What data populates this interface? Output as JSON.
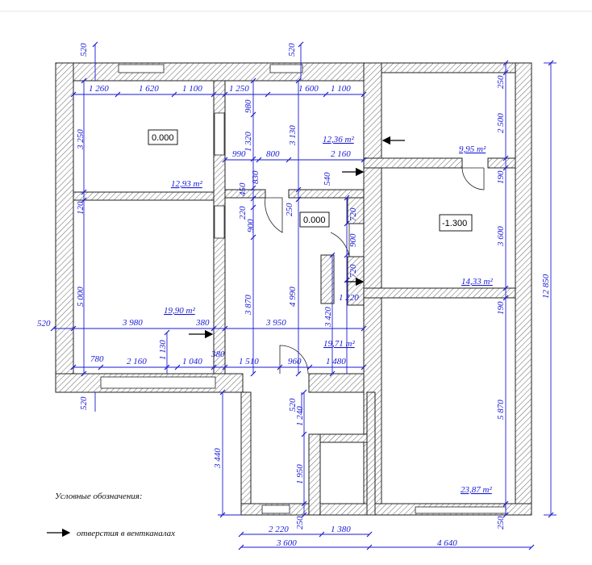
{
  "legend": {
    "title": "Условные обозначения:",
    "vent_label": "отверстия в вентканалах"
  },
  "levels": {
    "left_room": "0.000",
    "hall": "0.000",
    "basement": "-1.300"
  },
  "areas": {
    "room_top_left": "12,93 m²",
    "room_top_mid": "12,36 m²",
    "room_living": "19,90 m²",
    "room_hall": "19,71 m²",
    "room_right_top": "9,95 m²",
    "room_right_mid": "14,33 m²",
    "room_right_bottom": "23,87 m²"
  },
  "dimensions": {
    "top": [
      "1 260",
      "1 620",
      "1 100",
      "1 250",
      "1 600",
      "1 100"
    ],
    "top_wall_left": "520",
    "top_wall_mid": "520",
    "left_vertical": [
      "3 250",
      "120",
      "5 000"
    ],
    "left_wall": "520",
    "left_bottom_wall": "520",
    "mid_vertical": [
      "980",
      "1 320",
      "830",
      "450",
      "220",
      "900",
      "3 870"
    ],
    "center_vertical": [
      "3 130",
      "250",
      "4 990"
    ],
    "row_990": "990",
    "row_800": "800",
    "row_2160": "2 160",
    "small_540": "540",
    "small_720a": "720",
    "small_900": "900",
    "small_720b": "720",
    "small_1220": "1 220",
    "small_3420": "3 420",
    "main_3980": "3 980",
    "main_380a": "380",
    "main_3950": "3 950",
    "bot_780": "780",
    "bot_2160": "2 160",
    "bot_1130": "1 130",
    "bot_1040": "1 040",
    "bot_380b": "380",
    "bot_1510": "1 510",
    "bot_960": "960",
    "bot_1480": "1 480",
    "right_vertical": [
      "250",
      "2 500",
      "190",
      "3 600",
      "190",
      "5 870",
      "250"
    ],
    "right_total": "12 850",
    "ext_3440": "3 440",
    "ext_520": "520",
    "ext_1240": "1 240",
    "ext_1950": "1 950",
    "ext_250": "250",
    "bottom_chain": [
      "2 220",
      "1 380"
    ],
    "bottom_totals": [
      "3 600",
      "4 640"
    ]
  }
}
